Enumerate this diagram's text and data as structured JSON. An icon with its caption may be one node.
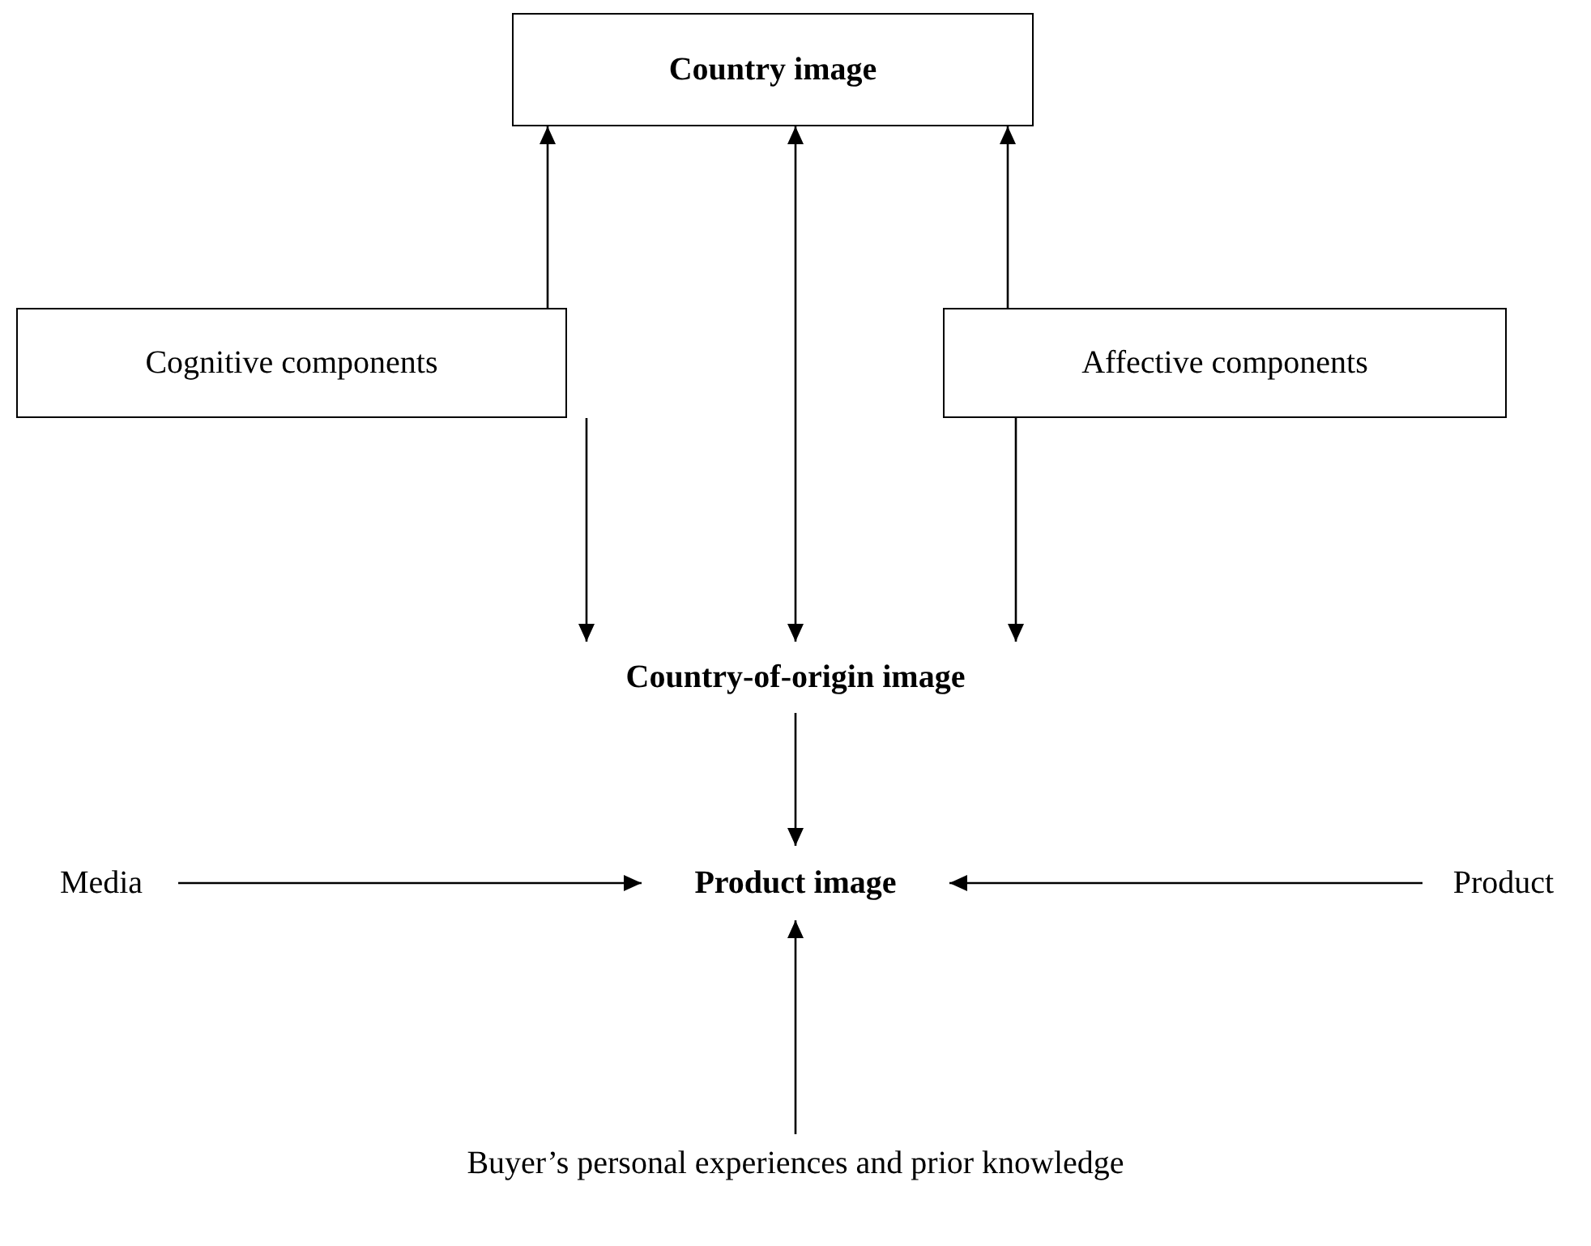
{
  "diagram": {
    "nodes": [
      {
        "text": [
          "Country image"
        ]
      },
      {
        "text": [
          "Cognitive components"
        ]
      },
      {
        "text": [
          "Affective components"
        ]
      },
      {
        "text": [
          "Country-of-origin image"
        ]
      },
      {
        "text": [
          "Product image"
        ]
      },
      {
        "text": [
          "Media"
        ]
      },
      {
        "text": [
          "Product"
        ]
      },
      {
        "text": [
          "Buyer’s personal experiences and prior knowledge"
        ]
      }
    ],
    "edges": [
      {
        "from": 1,
        "to": 0,
        "arrow": "to"
      },
      {
        "from": 2,
        "to": 0,
        "arrow": "to"
      },
      {
        "from": 1,
        "to": 3,
        "arrow": "to"
      },
      {
        "from": 0,
        "to": 3,
        "arrow": "both"
      },
      {
        "from": 2,
        "to": 3,
        "arrow": "to"
      },
      {
        "from": 3,
        "to": 4,
        "arrow": "to"
      },
      {
        "from": 5,
        "to": 4,
        "arrow": "to"
      },
      {
        "from": 6,
        "to": 4,
        "arrow": "to"
      },
      {
        "from": 7,
        "to": 4,
        "arrow": "to"
      }
    ]
  }
}
